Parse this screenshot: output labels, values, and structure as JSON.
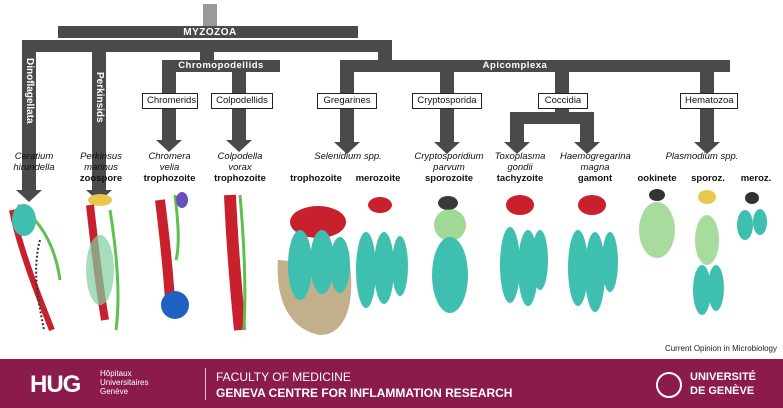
{
  "tree": {
    "root": "MYZOZOA",
    "groups": {
      "chromopodellids": "Chromopodellids",
      "apicomplexa": "Apicomplexa",
      "dinoflagellata": "Dinoflagellata",
      "perkinsids": "Perkinsids"
    },
    "subgroups": {
      "chromerids": "Chromerids",
      "colpodellids": "Colpodellids",
      "gregarines": "Gregarines",
      "cryptosporida": "Cryptosporida",
      "coccidia": "Coccidia",
      "hematozoa": "Hematozoa"
    }
  },
  "organisms": [
    {
      "name1": "Ceratium",
      "name2": "hirundella",
      "stage": ""
    },
    {
      "name1": "Perkinsus",
      "name2": "marinus",
      "stage": "zoospore"
    },
    {
      "name1": "Chromera",
      "name2": "velia",
      "stage": "trophozoite"
    },
    {
      "name1": "Colpodella",
      "name2": "vorax",
      "stage": "trophozoite"
    },
    {
      "name1": "Selenidium spp.",
      "name2": "",
      "stage": ""
    },
    {
      "name1": "Cryptosporidium",
      "name2": "parvum",
      "stage": "sporozoite"
    },
    {
      "name1": "Toxoplasma",
      "name2": "gondii",
      "stage": "tachyzoite"
    },
    {
      "name1": "Haemogregarina",
      "name2": "magna",
      "stage": "gamont"
    },
    {
      "name1": "Plasmodium spp.",
      "name2": "",
      "stage": ""
    }
  ],
  "stages": {
    "selenidium": [
      "trophozoite",
      "merozoite"
    ],
    "plasmodium": [
      "ookinete",
      "sporoz.",
      "meroz."
    ]
  },
  "credit": "Current Opinion in Microbiology",
  "footer": {
    "hug": "HUG",
    "hug_sub": [
      "Hôpitaux",
      "Universitaires",
      "Genève"
    ],
    "faculty": "FACULTY OF MEDICINE",
    "centre": "GENEVA CENTRE FOR INFLAMMATION RESEARCH",
    "uni1": "UNIVERSITÉ",
    "uni2": "DE GENÈVE"
  },
  "colors": {
    "branch": "#4a4a4a",
    "rhoptry": "#c8202d",
    "cell": "#3fbfb0",
    "green": "#5fbf4f",
    "footer": "#8a1b4a"
  }
}
